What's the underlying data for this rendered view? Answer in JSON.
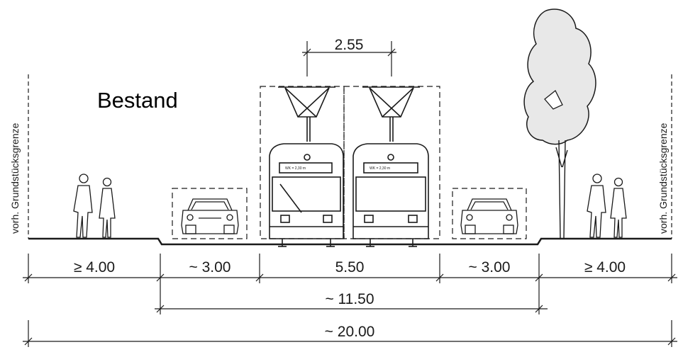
{
  "title": "Bestand",
  "boundary_label": "vorh. Grundstücksgrenze",
  "tram_spacing": "2.55",
  "tram_plate_left": "WK = 2,30 m",
  "tram_plate_right": "WK = 2,30 m",
  "segments": [
    "≥ 4.00",
    "~ 3.00",
    "5.50",
    "~ 3.00",
    "≥ 4.00"
  ],
  "center_width": "~ 11.50",
  "total_width": "~ 20.00",
  "colors": {
    "line": "#1a1a1a",
    "tree_fill": "#e8e8e8"
  }
}
